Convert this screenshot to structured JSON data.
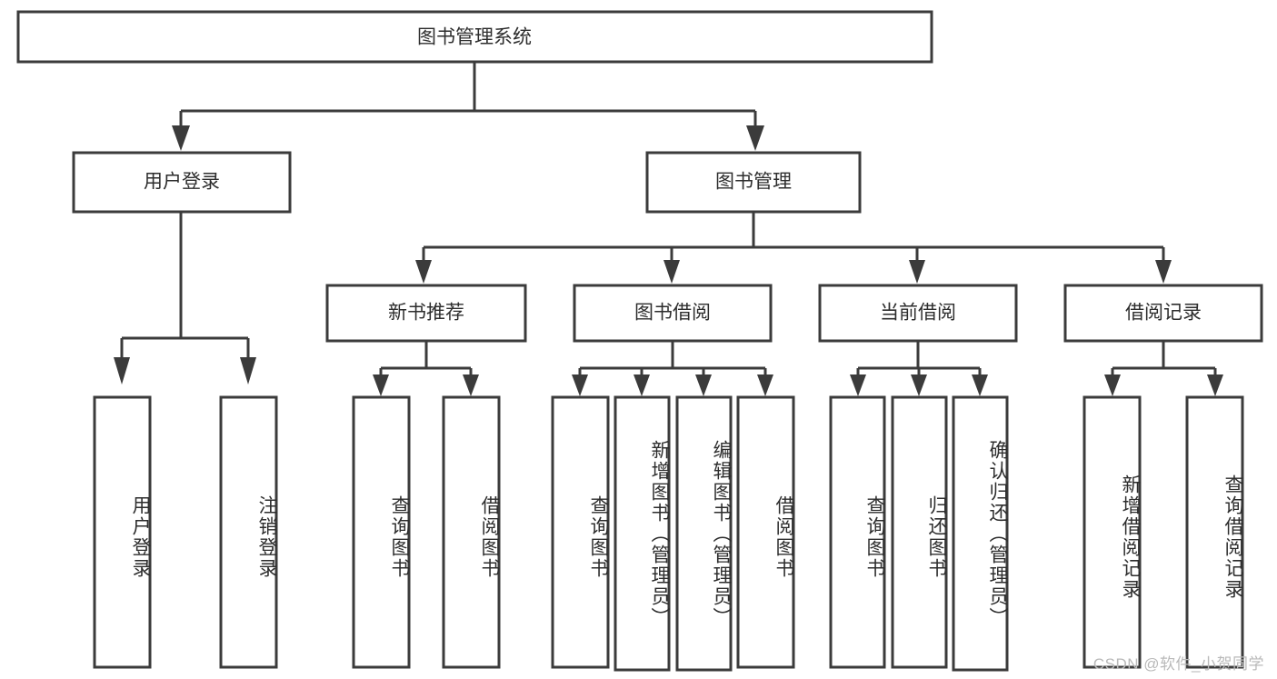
{
  "diagram": {
    "type": "tree-hierarchy",
    "title": "图书管理系统",
    "watermark": "CSDN @软件_小贺同学",
    "colors": {
      "stroke": "#3b3b3b",
      "fill": "#ffffff",
      "text": "#2d2d2d",
      "watermark": "#b9b9b9"
    },
    "root": {
      "label": "图书管理系统",
      "orientation": "horizontal"
    },
    "level1": [
      {
        "label": "用户登录",
        "orientation": "horizontal"
      },
      {
        "label": "图书管理",
        "orientation": "horizontal"
      }
    ],
    "level2": [
      {
        "label": "新书推荐",
        "orientation": "horizontal"
      },
      {
        "label": "图书借阅",
        "orientation": "horizontal"
      },
      {
        "label": "当前借阅",
        "orientation": "horizontal"
      },
      {
        "label": "借阅记录",
        "orientation": "horizontal"
      }
    ],
    "leaves": {
      "user_login": [
        {
          "label": "用户登录",
          "orientation": "vertical"
        },
        {
          "label": "注销登录",
          "orientation": "vertical"
        }
      ],
      "new_book_recommend": [
        {
          "label": "查询图书",
          "orientation": "vertical"
        },
        {
          "label": "借阅图书",
          "orientation": "vertical"
        }
      ],
      "book_borrow": [
        {
          "label": "查询图书",
          "orientation": "vertical"
        },
        {
          "label": "新增图书（管理员）",
          "orientation": "vertical"
        },
        {
          "label": "编辑图书（管理员）",
          "orientation": "vertical"
        },
        {
          "label": "借阅图书",
          "orientation": "vertical"
        }
      ],
      "current_borrow": [
        {
          "label": "查询图书",
          "orientation": "vertical"
        },
        {
          "label": "归还图书",
          "orientation": "vertical"
        },
        {
          "label": "确认归还（管理员）",
          "orientation": "vertical"
        }
      ],
      "borrow_record": [
        {
          "label": "新增借阅记录",
          "orientation": "vertical"
        },
        {
          "label": "查询借阅记录",
          "orientation": "vertical"
        }
      ]
    }
  }
}
